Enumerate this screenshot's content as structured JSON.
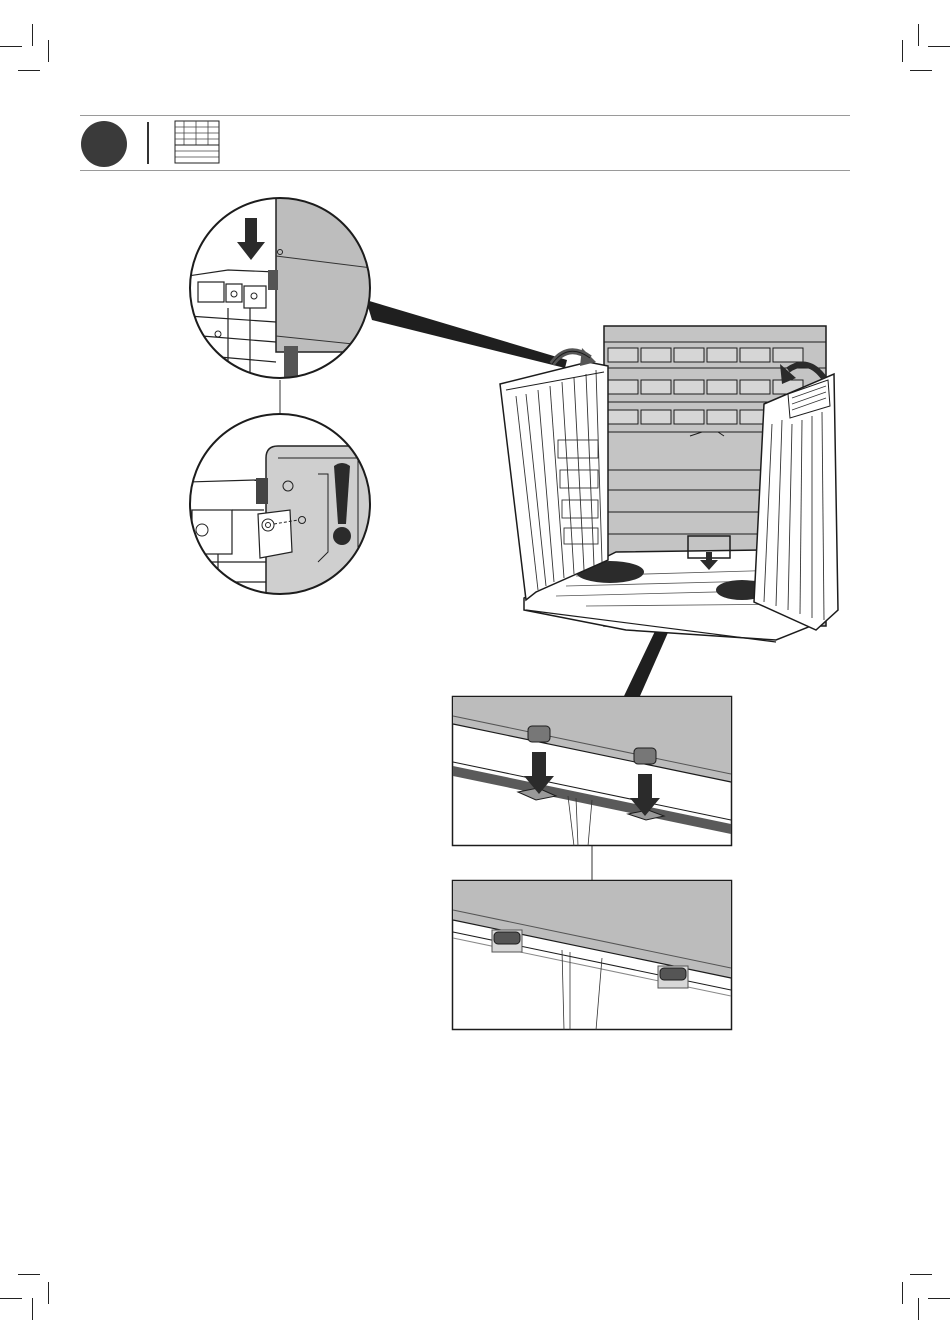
{
  "step": {
    "number": "",
    "icon": "wall-panel-icon"
  },
  "illustration": {
    "callouts": [
      "detail-top-alignment",
      "detail-caution",
      "detail-clips-before",
      "detail-clips-after"
    ],
    "caution_symbol": "exclamation-icon",
    "colors": {
      "panel_gray": "#b9b9b9",
      "dark": "#2b2b2b",
      "line": "#1c1c1c",
      "shade": "#d6d6d6"
    }
  }
}
